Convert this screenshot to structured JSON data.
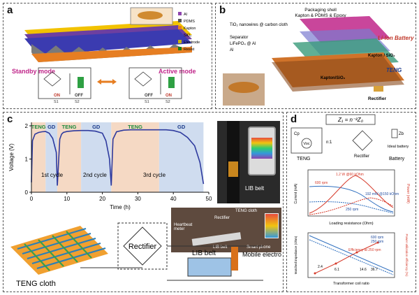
{
  "panel_a": {
    "label": "a",
    "legend": [
      "Al",
      "PDMS",
      "Kapton",
      "SiO₂",
      "Electrode",
      "Resist"
    ],
    "legend_colors": [
      "#8e44ad",
      "#555555",
      "#e67e22",
      "#3b3bb0",
      "#c8b400",
      "#1a7a1a"
    ],
    "standby_label": "Standby mode",
    "active_label": "Active mode",
    "switch_on": "ON",
    "switch_off": "OFF",
    "s1": "S1",
    "s2": "S2"
  },
  "panel_b": {
    "label": "b",
    "lines": [
      "Packaging shell",
      "Kapton & PDMS & Epoxy"
    ],
    "layers": [
      "TiO₂ nanowires @ carbon cloth",
      "Separator",
      "LiFePO₄ @ Al",
      "Al"
    ],
    "li_ion": "Li-Ion Battery",
    "kapton_sio2": "Kapton / SiO₂",
    "teng": "TENG",
    "kapton_sio2_bottom": "Kapton/SiO₂",
    "rectifier": "Rectifier"
  },
  "panel_c": {
    "label": "c",
    "phase_labels": [
      "TENG",
      "GD",
      "TENG",
      "GD",
      "TENG",
      "GD",
      "TENG",
      "GD"
    ],
    "cycle_labels": [
      "1st cycle",
      "2nd cycle",
      "3rd cycle"
    ],
    "lib_belt_photo": "LIB belt",
    "photo_labels": [
      "TENG cloth",
      "Rectifier",
      "Heartbeat meter",
      "LIB belt",
      "Smart phone"
    ],
    "teng_cloth": "TENG cloth",
    "rectifier": "Rectifier",
    "lib_belt": "LIB belt",
    "mobile_electronics": "Mobile electronics"
  },
  "panel_d": {
    "label": "d",
    "formula": "Z₁ = n⁻²Z₀",
    "cp": "Cp",
    "voc": "Voc",
    "ratio": "n:1",
    "teng": "TENG",
    "rectifier": "Rectifier",
    "ideal_battery": "Ideal battery",
    "zb": "Zb",
    "battery": "Battery",
    "plot1_annotations": [
      "1.2 W @60 kOhm",
      "600 rpm",
      "192 mW @150 kOhm",
      "250 rpm"
    ],
    "plot1_xlabel": "Loading resistance (Ohm)",
    "plot1_ylabel": "Current (mA)",
    "plot1_y2label": "Power (mW)",
    "plot2_legend": [
      "600 rpm",
      "250 rpm"
    ],
    "plot2_annotations": [
      "Efficiency at 250 rpm",
      "2.4",
      "6.1",
      "14.6",
      "36.7"
    ],
    "plot2_xlabel": "Transformer coil ratio",
    "plot2_ylabel": "Matched impedance (Ohm)",
    "plot2_y2label": "Power utilization efficiency (%)"
  },
  "chart_data": {
    "type": "line",
    "xlabel": "Time (h)",
    "ylabel": "Voltage (V)",
    "xlim": [
      0,
      50
    ],
    "ylim": [
      0,
      2
    ],
    "xticks": [
      0,
      10,
      20,
      30,
      40,
      50
    ],
    "yticks": [
      0,
      1,
      2
    ],
    "series": [
      {
        "x": [
          0,
          0.3,
          1,
          2,
          3,
          4,
          5,
          6,
          7,
          7.3,
          8,
          8.5,
          9,
          10,
          12,
          14,
          16,
          18,
          20,
          21,
          22,
          22.5,
          23,
          24,
          26,
          28,
          30,
          32,
          34,
          36,
          38,
          40,
          42,
          44,
          46,
          47.5,
          48.5
        ],
        "values": [
          0.3,
          1.55,
          1.75,
          1.8,
          1.82,
          1.83,
          1.78,
          1.62,
          1.2,
          0.2,
          1.6,
          1.75,
          1.8,
          1.83,
          1.85,
          1.86,
          1.86,
          1.84,
          1.78,
          1.55,
          1.0,
          0.2,
          1.6,
          1.82,
          1.87,
          1.88,
          1.88,
          1.88,
          1.88,
          1.88,
          1.88,
          1.86,
          1.8,
          1.65,
          1.4,
          0.9,
          0.25
        ]
      }
    ],
    "phases": [
      {
        "name": "TENG",
        "x0": 0,
        "x1": 4
      },
      {
        "name": "GD",
        "x0": 4,
        "x1": 7.3
      },
      {
        "name": "TENG",
        "x0": 7.3,
        "x1": 14
      },
      {
        "name": "GD",
        "x0": 14,
        "x1": 22.5
      },
      {
        "name": "TENG",
        "x0": 22.5,
        "x1": 36
      },
      {
        "name": "GD",
        "x0": 36,
        "x1": 48.5
      }
    ],
    "colors": {
      "line": "#2e3a9e",
      "teng_band": "#f5d9c4",
      "gd_band": "#cfdcef"
    }
  }
}
